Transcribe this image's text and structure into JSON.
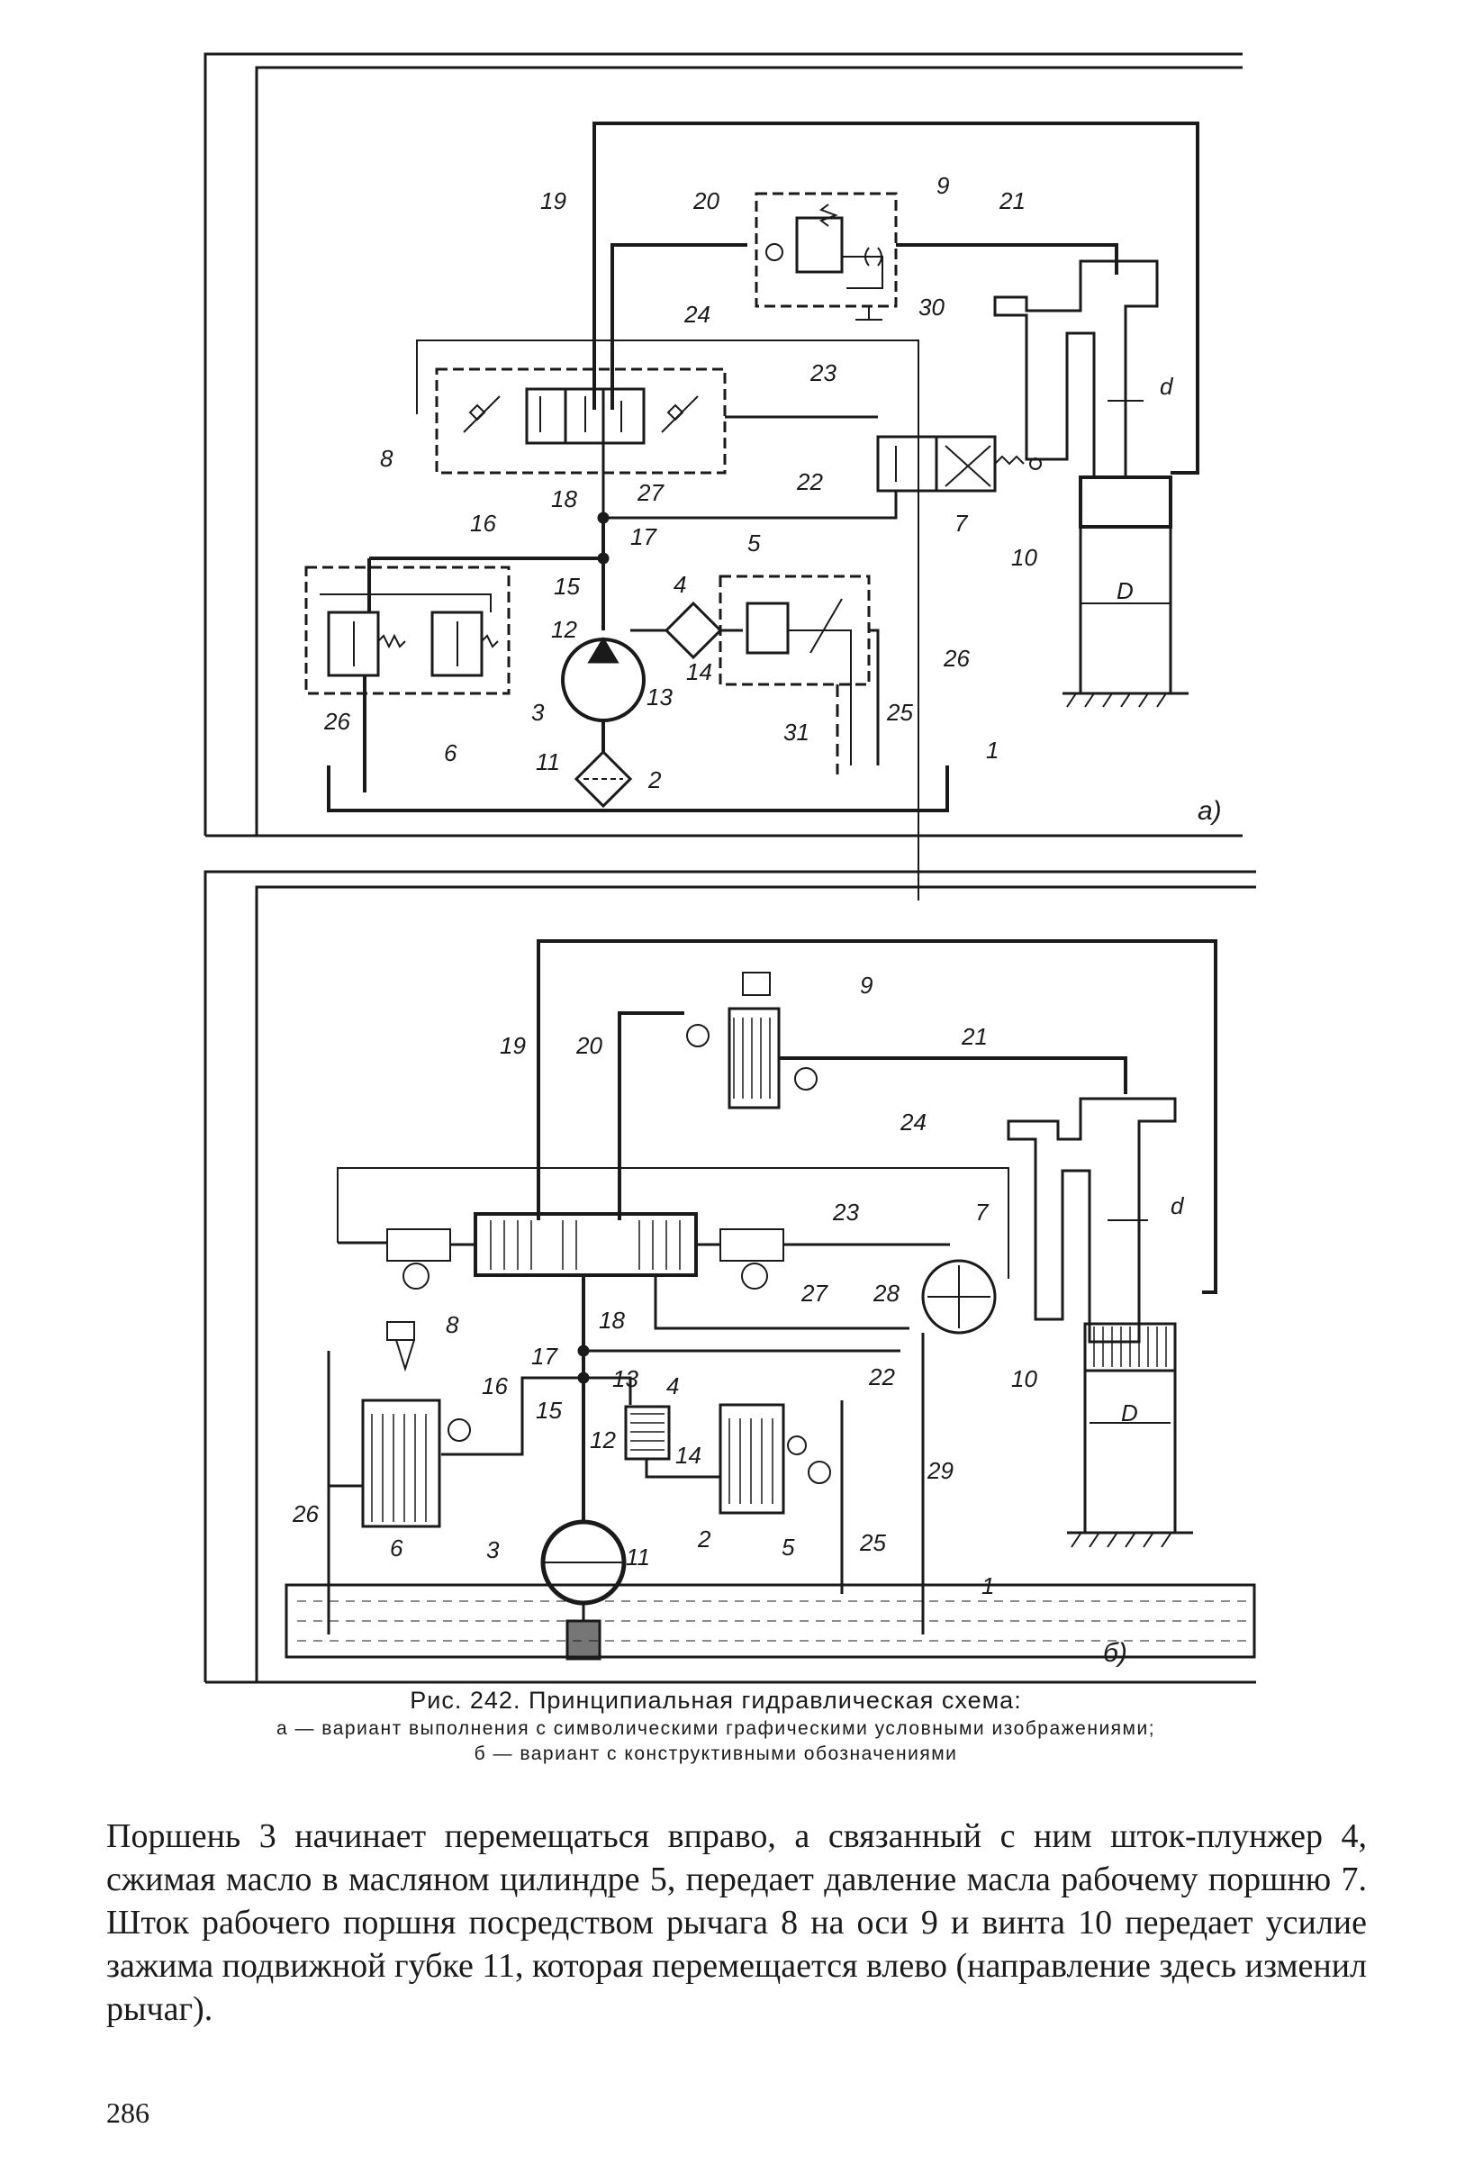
{
  "diagram_a": {
    "panel_label": "a)",
    "labels": [
      "19",
      "20",
      "9",
      "21",
      "30",
      "24",
      "23",
      "d",
      "8",
      "18",
      "27",
      "22",
      "7",
      "16",
      "17",
      "5",
      "4",
      "15",
      "12",
      "13",
      "14",
      "26",
      "10",
      "D",
      "3",
      "6",
      "11",
      "31",
      "25",
      "2",
      "1"
    ]
  },
  "diagram_b": {
    "panel_label": "б)",
    "labels": [
      "9",
      "21",
      "19",
      "20",
      "24",
      "d",
      "23",
      "7",
      "28",
      "27",
      "18",
      "8",
      "22",
      "10",
      "17",
      "13",
      "4",
      "16",
      "15",
      "12",
      "14",
      "29",
      "D",
      "26",
      "3",
      "6",
      "5",
      "2",
      "11",
      "25",
      "1"
    ]
  },
  "caption": {
    "title": "Рис. 242. Принципиальная гидравлическая схема:",
    "line_a": "а — вариант выполнения с символическими графическими условными изображениями;",
    "line_b": "б — вариант с конструктивными обозначениями"
  },
  "body_text": "Поршень 3 начинает перемещаться вправо, а связанный с ним шток-плунжер 4, сжимая масло в масляном цилиндре 5, передает давление масла рабочему поршню 7. Шток рабочего поршня посредством рычага 8 на оси 9 и винта 10 передает усилие зажима подвижной губке 11, которая перемещается влево (направление здесь изменил рычаг).",
  "page_number": "286"
}
